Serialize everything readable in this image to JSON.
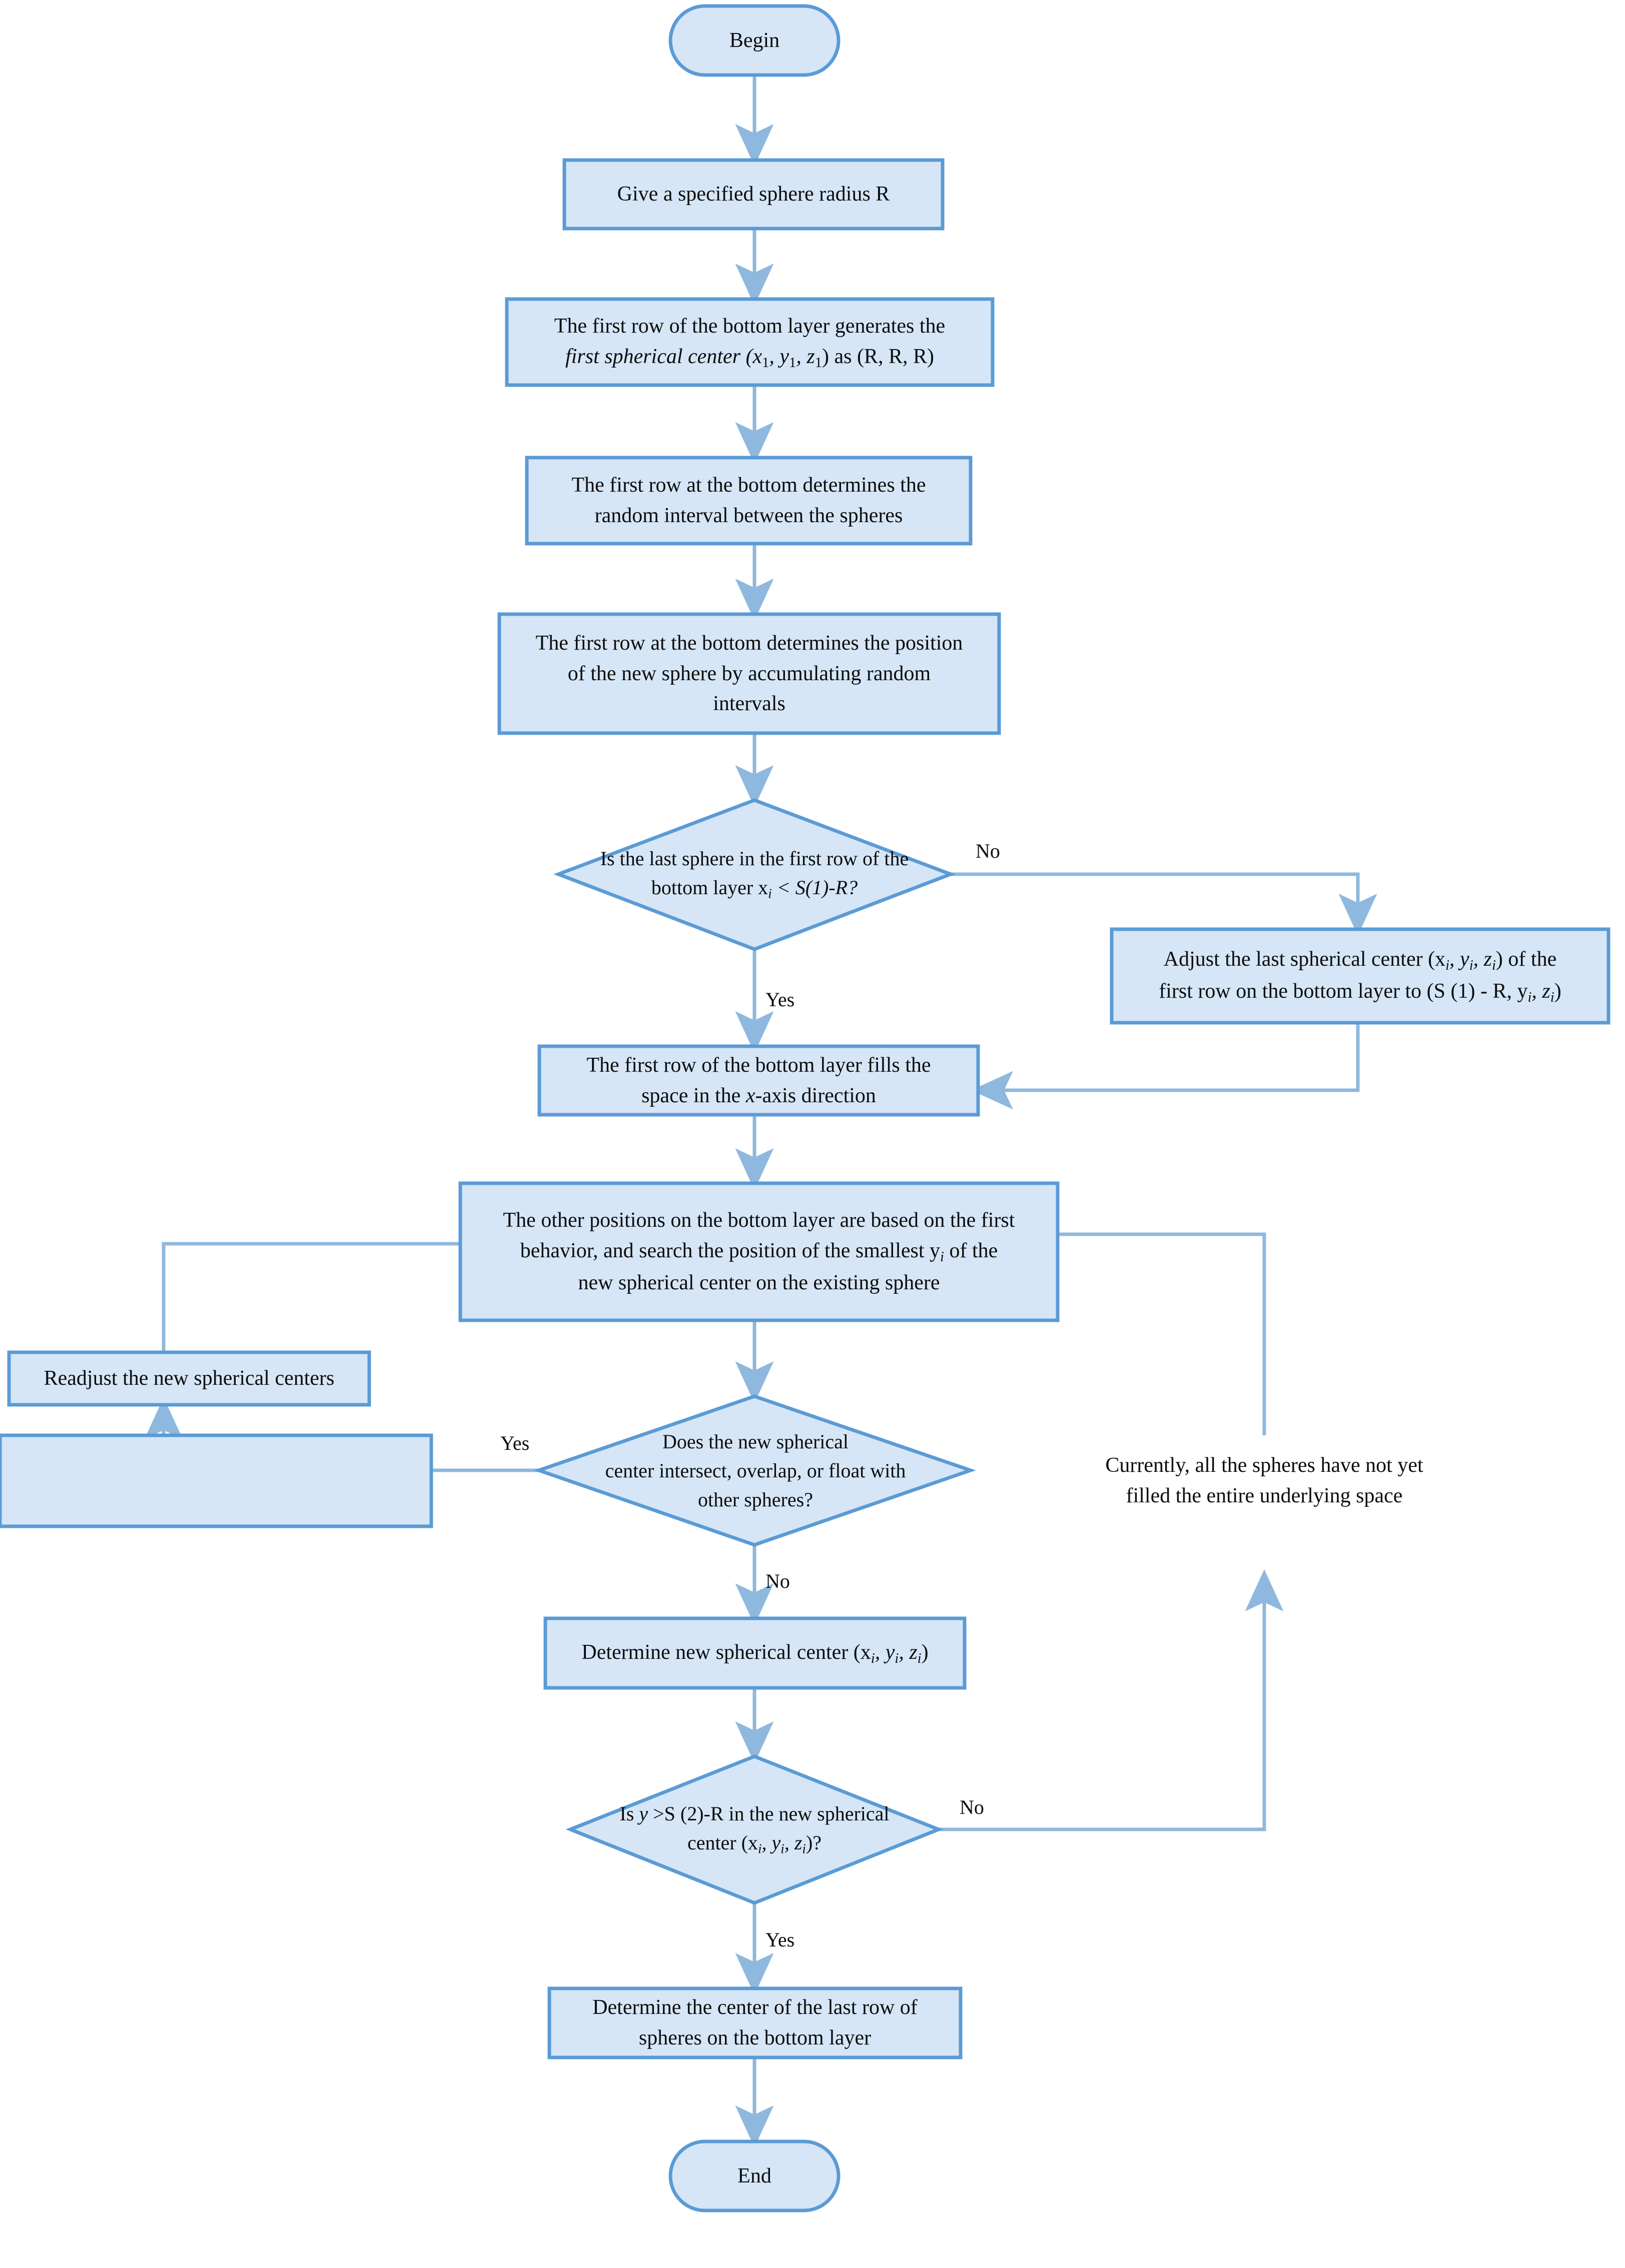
{
  "diagram": {
    "type": "flowchart",
    "title": "Sphere packing generation flowchart",
    "colors": {
      "node_fill": "#d6e6f7",
      "node_stroke": "#5b9bd5",
      "connector": "#8fb8de",
      "text": "#0d0d0d",
      "background": "#ffffff"
    },
    "nodes": {
      "begin": {
        "shape": "terminator",
        "label": "Begin"
      },
      "radius": {
        "shape": "process",
        "label": "Give a specified sphere radius R"
      },
      "first_center": {
        "shape": "process",
        "line1": "The first row of the bottom layer generates the",
        "line2_a": "first spherical center (x",
        "line2_sub1": "1",
        "line2_b": ", y",
        "line2_sub2": "1",
        "line2_c": ", z",
        "line2_sub3": "1",
        "line2_d": ") as (R, R, R)"
      },
      "random_interval": {
        "shape": "process",
        "line1": "The first row at the bottom determines the",
        "line2": "random interval between the spheres"
      },
      "accumulate": {
        "shape": "process",
        "line1": "The first row at the bottom determines the position",
        "line2": "of the new sphere by accumulating random",
        "line3": "intervals"
      },
      "decision_last_sphere": {
        "shape": "decision",
        "line1": "Is the last sphere in the first row of the",
        "line2_a": "bottom layer x",
        "line2_sub": "i",
        "line2_b": " < S(1)-R?"
      },
      "adjust_last": {
        "shape": "process",
        "line1_a": "Adjust the last spherical center (x",
        "line1_sub1": "i",
        "line1_b": ", y",
        "line1_sub2": "i",
        "line1_c": ", z",
        "line1_sub3": "i",
        "line1_d": ") of the",
        "line2_a": "first row on the bottom layer to (S (1) - R, y",
        "line2_sub1": "i",
        "line2_b": ", z",
        "line2_sub2": "i",
        "line2_c": ")"
      },
      "fill_x_axis": {
        "shape": "process",
        "line1": "The first row of the bottom layer fills the",
        "line2_a": "space in the ",
        "line2_it": "x",
        "line2_b": "-axis direction"
      },
      "other_positions": {
        "shape": "process",
        "line1": "The other positions on the bottom layer are based on the first",
        "line2_a": "behavior, and search the position of the smallest y",
        "line2_sub": "i",
        "line2_b": " of the",
        "line3": "new spherical center on the existing sphere"
      },
      "readjust": {
        "shape": "process",
        "label": "Readjust the new spherical centers"
      },
      "decision_intersect": {
        "shape": "decision",
        "line1": "Does the new  spherical",
        "line2": "center intersect, overlap, or float with",
        "line3": "other spheres?"
      },
      "not_filled": {
        "shape": "process",
        "line1": "Currently, all the spheres have not yet",
        "line2": "filled the entire underlying space"
      },
      "determine_center": {
        "shape": "process",
        "label_a": "Determine new spherical center (x",
        "label_sub1": "i",
        "label_b": ", y",
        "label_sub2": "i",
        "label_c": ", z",
        "label_sub3": "i",
        "label_d": ")"
      },
      "decision_y_gt": {
        "shape": "decision",
        "line1_a": "Is ",
        "line1_it": "y",
        "line1_b": " >S (2)-R in the new spherical",
        "line2_a": "center (x",
        "line2_sub1": "i",
        "line2_b": ", y",
        "line2_sub2": "i",
        "line2_c": ", z",
        "line2_sub3": "i",
        "line2_d": ")?"
      },
      "determine_last_row": {
        "shape": "process",
        "line1": "Determine the center of the last row of",
        "line2": "spheres on the bottom layer"
      },
      "end": {
        "shape": "terminator",
        "label": "End"
      }
    },
    "edge_labels": {
      "no_last_sphere": "No",
      "yes_last_sphere": "Yes",
      "yes_intersect": "Yes",
      "no_intersect": "No",
      "no_y_gt": "No",
      "yes_y_gt": "Yes"
    }
  }
}
